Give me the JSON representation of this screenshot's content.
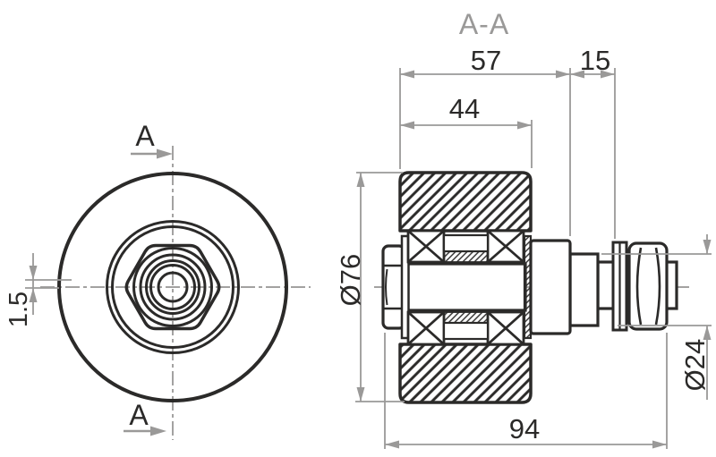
{
  "drawing": {
    "labels": {
      "section_title": "A-A",
      "section_arrow_top": "A",
      "section_arrow_bottom": "A"
    },
    "dimensions": {
      "hub_to_collar_length": "57",
      "mount_stub_length": "15",
      "hub_length": "44",
      "overall_length": "94",
      "roller_diameter": "Ø76",
      "stub_diameter": "Ø24",
      "flange_offset": "1.5"
    },
    "colors": {
      "outline": "#2b2a29",
      "dimension_lines": "#9a9998",
      "centerline": "#a3a2a1",
      "text": "#2b2a29",
      "section_title_text": "#9a9998",
      "background": "#ffffff"
    }
  }
}
